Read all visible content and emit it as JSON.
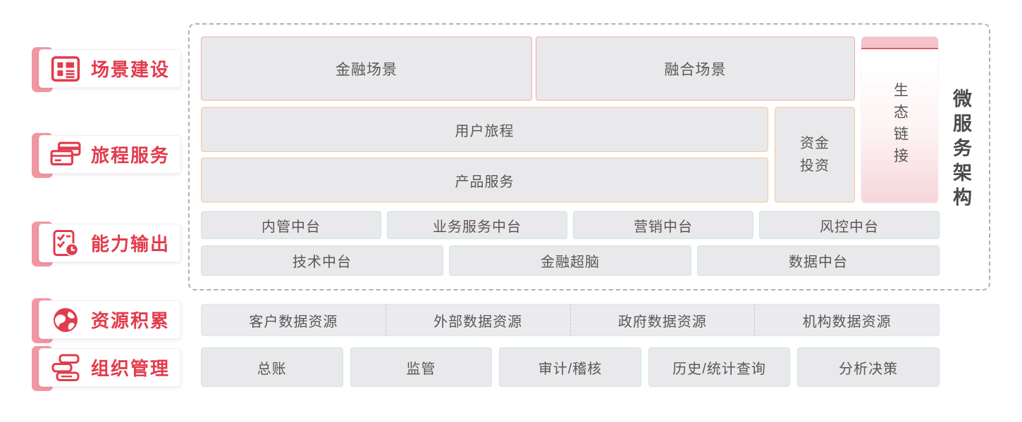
{
  "colors": {
    "accent_red": "#e23c4c",
    "ribbon_pink": "#f297a2",
    "box_fill_gray": "#e9e8ea",
    "border_pink": "#edaab4",
    "border_orange": "#f5cb95",
    "border_teal": "#c9e7e5",
    "eco_cap_pink": "#f5c3ca",
    "eco_line_red": "#da5f6c",
    "text_dark_gray": "#595757",
    "frame_dash_gray": "#b3b1b1"
  },
  "sidebar": {
    "items": [
      {
        "label": "场景建设",
        "icon": "layout-grid-icon"
      },
      {
        "label": "旅程服务",
        "icon": "cards-icon"
      },
      {
        "label": "能力输出",
        "icon": "checklist-clock-icon"
      },
      {
        "label": "资源积累",
        "icon": "globe-icon"
      },
      {
        "label": "组织管理",
        "icon": "org-flow-icon"
      }
    ]
  },
  "architecture": {
    "frame_label": "微服务架构",
    "eco_label": "生态链接",
    "scene_row": [
      "金融场景",
      "融合场景"
    ],
    "journey_row": "用户旅程",
    "product_row": "产品服务",
    "fund_box": "资金投资",
    "platform_row1": [
      "内管中台",
      "业务服务中台",
      "营销中台",
      "风控中台"
    ],
    "platform_row2": [
      "技术中台",
      "金融超脑",
      "数据中台"
    ]
  },
  "data_resources": [
    "客户数据资源",
    "外部数据资源",
    "政府数据资源",
    "机构数据资源"
  ],
  "management_row": [
    "总账",
    "监管",
    "审计/稽核",
    "历史/统计查询",
    "分析决策"
  ]
}
